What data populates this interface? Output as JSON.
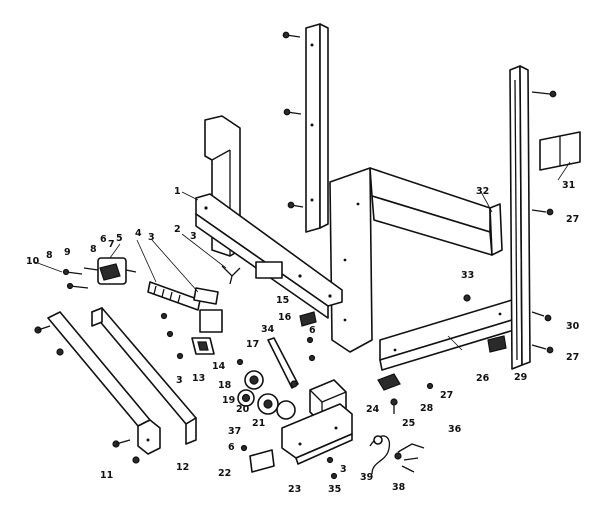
{
  "callouts": [
    {
      "id": "c1",
      "text": "1"
    },
    {
      "id": "c2",
      "text": "2"
    },
    {
      "id": "c3a",
      "text": "3"
    },
    {
      "id": "c3b",
      "text": "3"
    },
    {
      "id": "c3c",
      "text": "3"
    },
    {
      "id": "c3d",
      "text": "3"
    },
    {
      "id": "c4",
      "text": "4"
    },
    {
      "id": "c5",
      "text": "5"
    },
    {
      "id": "c6a",
      "text": "6"
    },
    {
      "id": "c6b",
      "text": "6"
    },
    {
      "id": "c6c",
      "text": "6"
    },
    {
      "id": "c7",
      "text": "7"
    },
    {
      "id": "c8a",
      "text": "8"
    },
    {
      "id": "c8b",
      "text": "8"
    },
    {
      "id": "c9",
      "text": "9"
    },
    {
      "id": "c10",
      "text": "10"
    },
    {
      "id": "c11",
      "text": "11"
    },
    {
      "id": "c12",
      "text": "12"
    },
    {
      "id": "c13",
      "text": "13"
    },
    {
      "id": "c14",
      "text": "14"
    },
    {
      "id": "c15",
      "text": "15"
    },
    {
      "id": "c16",
      "text": "16"
    },
    {
      "id": "c17",
      "text": "17"
    },
    {
      "id": "c18",
      "text": "18"
    },
    {
      "id": "c19",
      "text": "19"
    },
    {
      "id": "c20",
      "text": "20"
    },
    {
      "id": "c21",
      "text": "21"
    },
    {
      "id": "c22",
      "text": "22"
    },
    {
      "id": "c23",
      "text": "23"
    },
    {
      "id": "c24",
      "text": "24"
    },
    {
      "id": "c25",
      "text": "25"
    },
    {
      "id": "c26",
      "text": "26"
    },
    {
      "id": "c27a",
      "text": "27"
    },
    {
      "id": "c27b",
      "text": "27"
    },
    {
      "id": "c27c",
      "text": "27"
    },
    {
      "id": "c28",
      "text": "28"
    },
    {
      "id": "c29",
      "text": "29"
    },
    {
      "id": "c30",
      "text": "30"
    },
    {
      "id": "c31",
      "text": "31"
    },
    {
      "id": "c32",
      "text": "32"
    },
    {
      "id": "c33",
      "text": "33"
    },
    {
      "id": "c34",
      "text": "34"
    },
    {
      "id": "c35",
      "text": "35"
    },
    {
      "id": "c36",
      "text": "36"
    },
    {
      "id": "c37",
      "text": "37"
    },
    {
      "id": "c38",
      "text": "38"
    },
    {
      "id": "c39",
      "text": "39"
    }
  ]
}
